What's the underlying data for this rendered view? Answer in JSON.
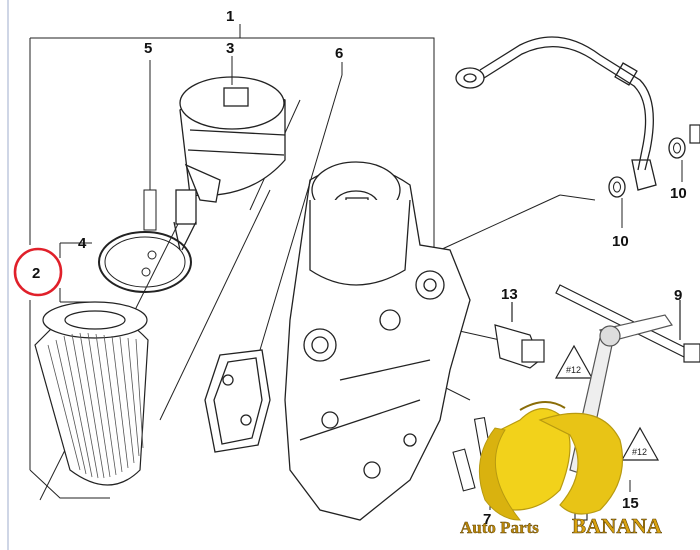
{
  "callouts": [
    {
      "id": "1",
      "label": "1"
    },
    {
      "id": "2",
      "label": "2",
      "highlighted": true
    },
    {
      "id": "3",
      "label": "3"
    },
    {
      "id": "4",
      "label": "4"
    },
    {
      "id": "5",
      "label": "5"
    },
    {
      "id": "6",
      "label": "6"
    },
    {
      "id": "7",
      "label": "7"
    },
    {
      "id": "9",
      "label": "9"
    },
    {
      "id": "10a",
      "label": "10"
    },
    {
      "id": "10b",
      "label": "10"
    },
    {
      "id": "13",
      "label": "13"
    },
    {
      "id": "15",
      "label": "15"
    }
  ],
  "watermark": {
    "text_prefix": "Auto Parts",
    "text_brand": "BANANA",
    "colors": {
      "banana": "#f2d21b",
      "banana_shade": "#d9b20f",
      "text": "#b8860b"
    }
  },
  "highlight_color": "#e0202a",
  "line_color": "#222222"
}
